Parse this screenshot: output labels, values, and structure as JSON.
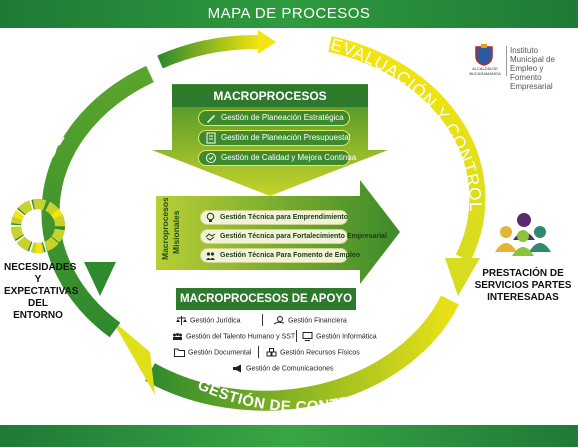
{
  "header": {
    "title": "MAPA DE PROCESOS"
  },
  "cycle": {
    "left_label": "MACROPROCESO DE",
    "top_right_label": "EVALUACIÓN Y CONTROL",
    "bottom_label": "GESTIÓN DE CONTROL INTERNO"
  },
  "logo": {
    "alcaldia": "ALCALDÍA DE BUCARAMANGA",
    "institute": "Instituto Municipal de Empleo y Fomento Empresarial"
  },
  "left": {
    "label": "NECESIDADES Y EXPECTATIVAS DEL ENTORNO"
  },
  "right": {
    "label": "PRESTACIÓN DE SERVICIOS PARTES INTERESADAS"
  },
  "estrategicos": {
    "title": "MACROPROCESOS ESTRATÉGICOS",
    "items": [
      "Gestión de Planeación Estratégica",
      "Gestión de Planeación Presupuestal",
      "Gestión de Calidad y Mejora Continua"
    ]
  },
  "misionales": {
    "title_line1": "Macroprocesos",
    "title_line2": "Misionales",
    "items": [
      "Gestión Técnica para Emprendimiento",
      "Gestión Técnica para Fortalecimiento Empresarial",
      "Gestión Técnica Para Fomento de Empleo"
    ]
  },
  "apoyo": {
    "title": "MACROPROCESOS DE APOYO",
    "items": [
      "Gestión Jurídica",
      "Gestión Financiera",
      "Gestión del Talento Humano y SST",
      "Gestión Informática",
      "Gestión Documental",
      "Gestión Recursos Físicos",
      "Gestión de Comunicaciones"
    ]
  },
  "colors": {
    "dark_green": "#2e7a2c",
    "mid_green": "#4a9a2e",
    "yellow_green": "#d8df30",
    "yellow": "#f0e21a"
  }
}
